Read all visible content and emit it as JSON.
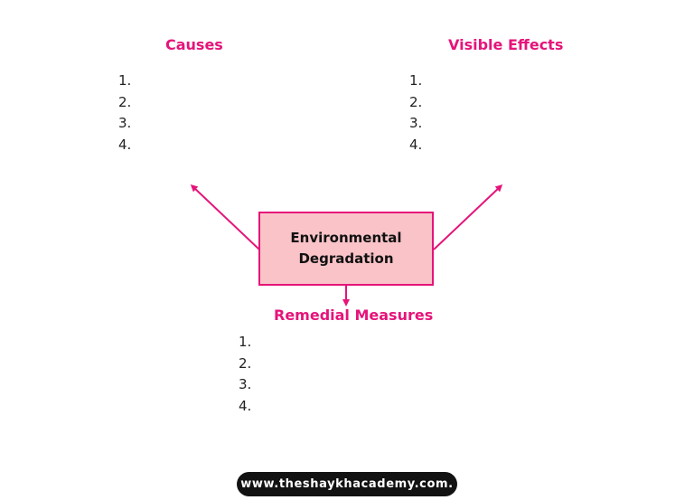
{
  "causes": {
    "heading": "Causes",
    "items": [
      "1.",
      "2.",
      "3.",
      "4."
    ]
  },
  "visible_effects": {
    "heading": "Visible Effects",
    "items": [
      "1.",
      "2.",
      "3.",
      "4."
    ]
  },
  "center": {
    "label": "Environmental Degradation"
  },
  "remedial_measures": {
    "heading": "Remedial Measures",
    "items": [
      "1.",
      "2.",
      "3.",
      "4."
    ]
  },
  "footer": {
    "website": "www.theshaykhacademy.com."
  },
  "colors": {
    "accent": "#e5147a",
    "box_fill": "#f9c3c8",
    "footer_bg": "#121212"
  }
}
